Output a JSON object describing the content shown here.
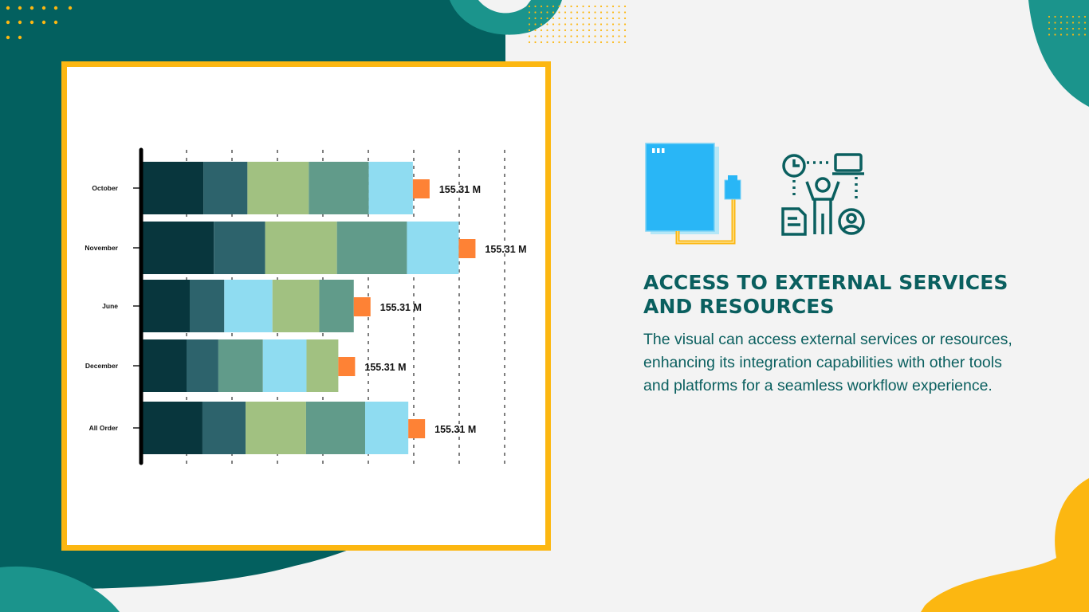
{
  "theme": {
    "teal_dark": "#03605f",
    "teal_light": "#1b948c",
    "accent_yellow": "#fcb711",
    "text_teal": "#0a5f5f",
    "panel_bg": "#f3f3f3"
  },
  "section": {
    "title": "ACCESS TO EXTERNAL SERVICES AND RESOURCES",
    "body": "The visual can access external services or resources, enhancing its integration capabilities with other tools and platforms for a seamless workflow experience."
  },
  "icons": [
    "server-cable-icon",
    "workflow-person-icon"
  ],
  "chart_data": {
    "type": "bar",
    "orientation": "horizontal",
    "stacked": true,
    "categories": [
      "October",
      "November",
      "June",
      "December",
      "All Order"
    ],
    "series": [
      {
        "color": "#08363d",
        "values": [
          1.37,
          1.6,
          1.07,
          1.0,
          1.35
        ]
      },
      {
        "color": "#2d636c",
        "values": [
          0.97,
          1.13,
          0.76,
          0.7,
          0.95
        ]
      },
      {
        "color": "#a1c181",
        "values": [
          1.35,
          1.58,
          1.06,
          0.98,
          1.33
        ]
      },
      {
        "color": "#619b8a",
        "values": [
          1.32,
          1.54,
          1.03,
          0.96,
          1.3
        ]
      },
      {
        "color": "#8fdcf1",
        "values": [
          0.97,
          1.14,
          0.76,
          0.7,
          0.95
        ]
      }
    ],
    "segment_colors_by_row": [
      [
        "#08363d",
        "#2d636c",
        "#a1c181",
        "#619b8a",
        "#8fdcf1"
      ],
      [
        "#08363d",
        "#2d636c",
        "#a1c181",
        "#619b8a",
        "#8fdcf1"
      ],
      [
        "#08363d",
        "#2d636c",
        "#8fdcf1",
        "#a1c181",
        "#619b8a"
      ],
      [
        "#08363d",
        "#2d636c",
        "#619b8a",
        "#8fdcf1",
        "#a1c181"
      ],
      [
        "#08363d",
        "#2d636c",
        "#a1c181",
        "#619b8a",
        "#8fdcf1"
      ]
    ],
    "data_labels": [
      "155.31 M",
      "155.31 M",
      "155.31 M",
      "155.31 M",
      "155.31 M"
    ],
    "marker_color": "#fe8235",
    "xlim": [
      0,
      8
    ],
    "grid": "vertical dashed",
    "legend": "none"
  }
}
